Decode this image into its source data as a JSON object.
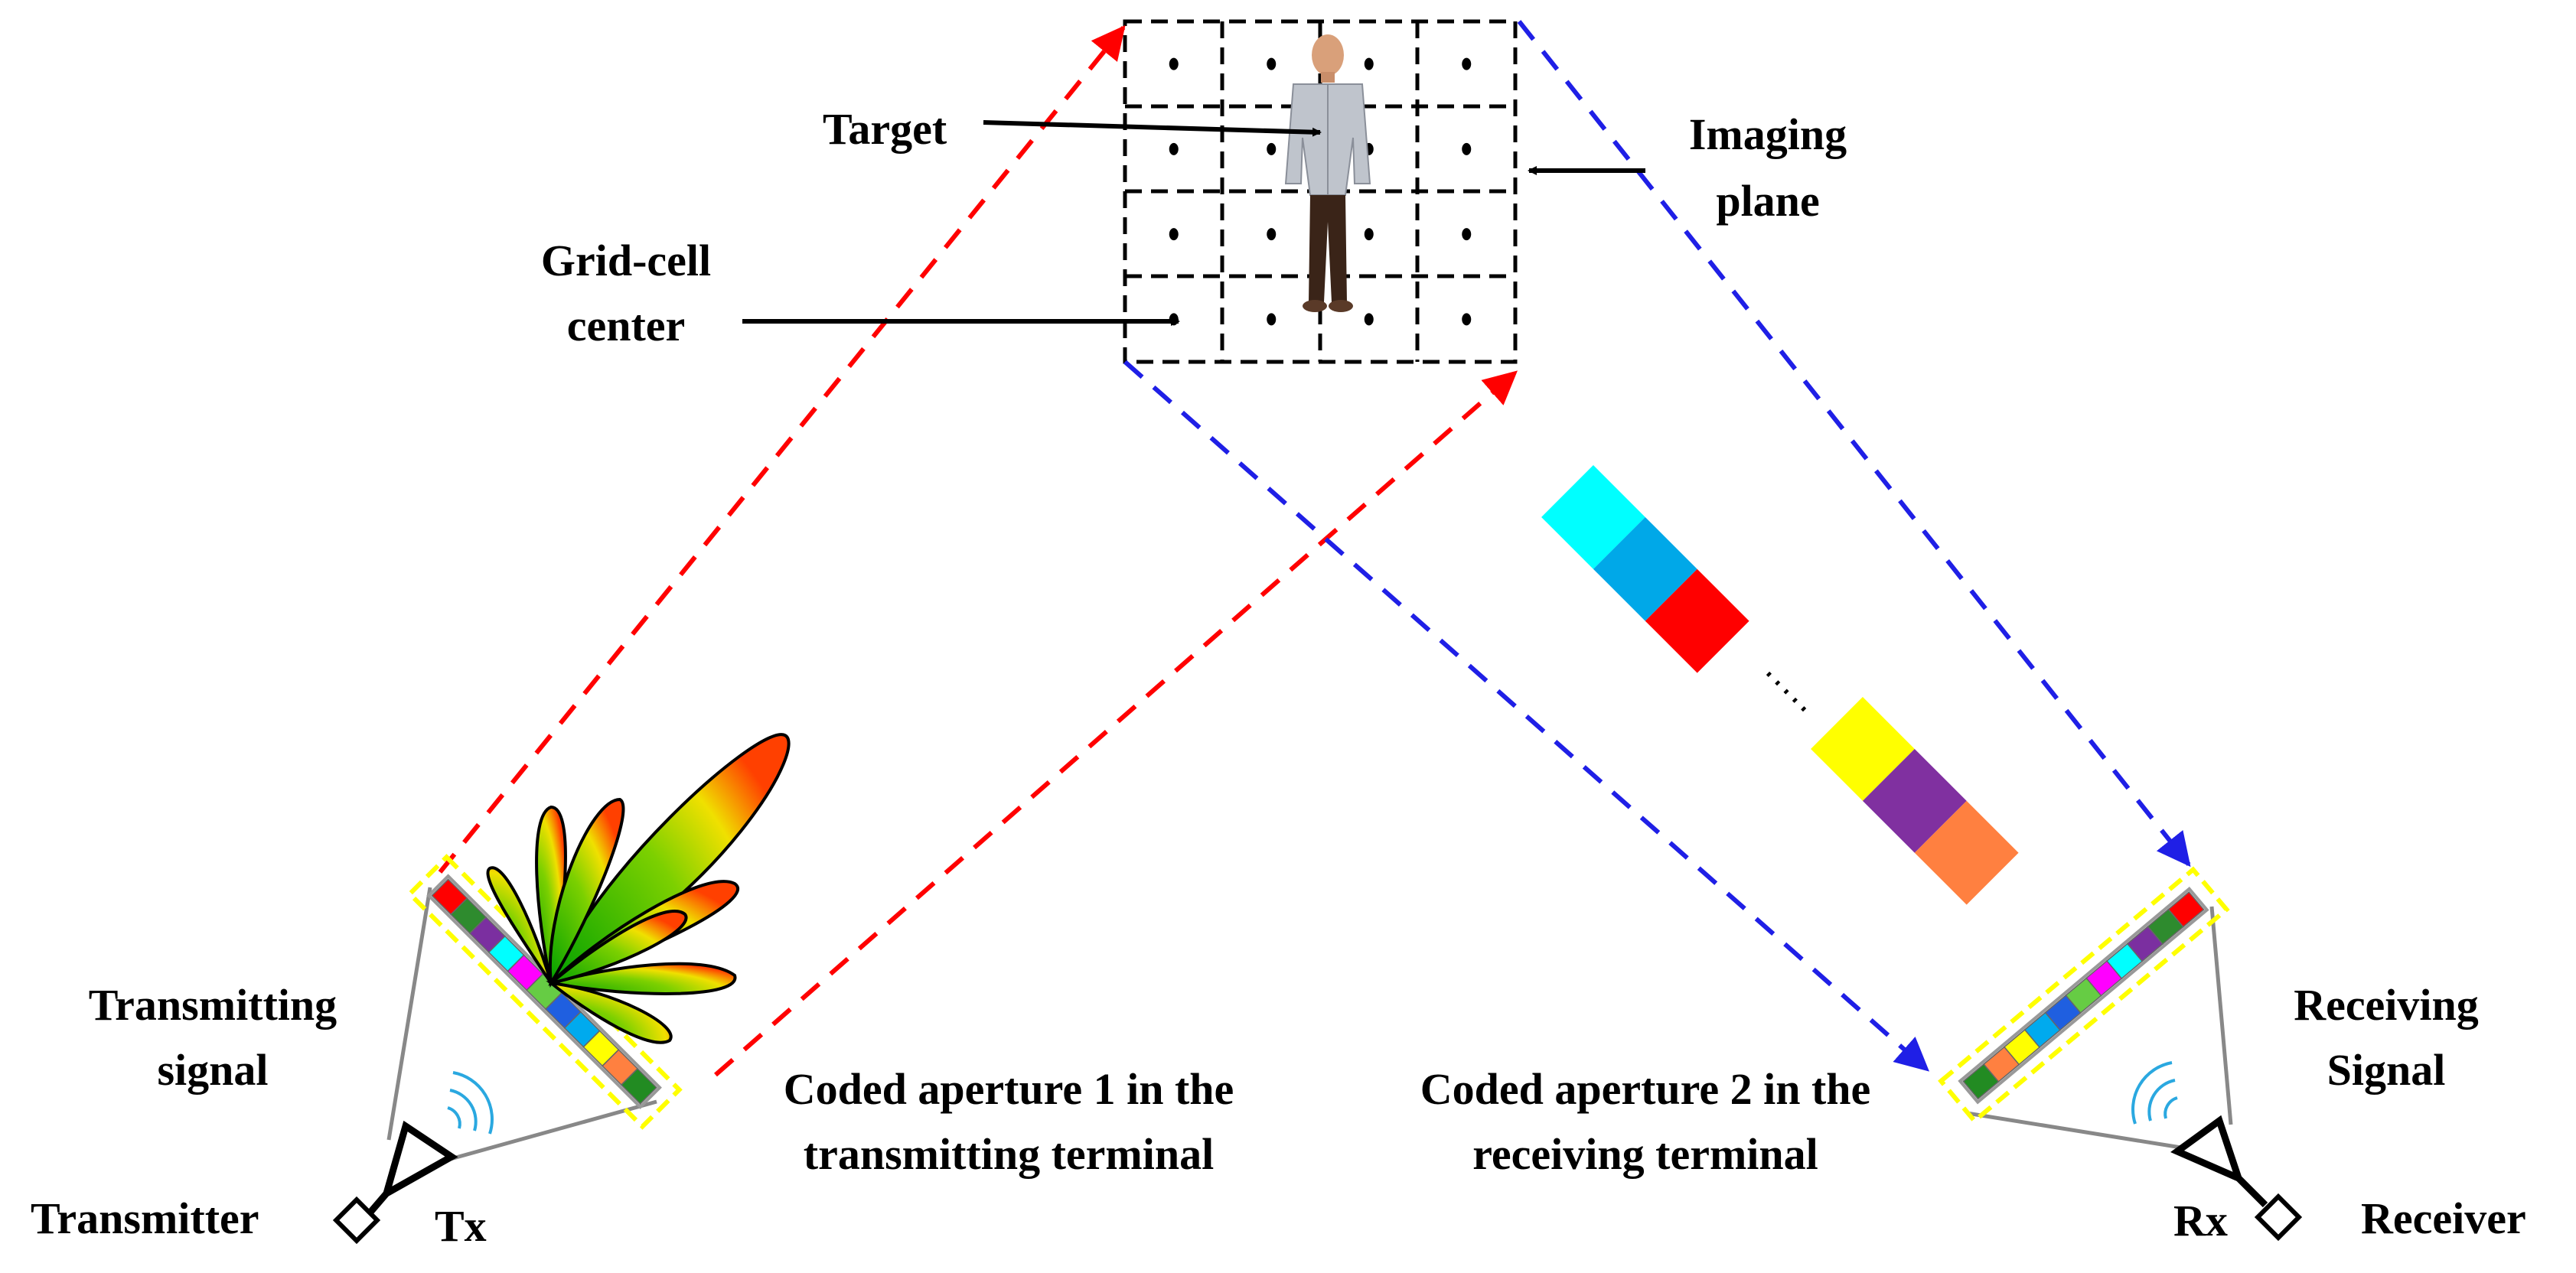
{
  "labels": {
    "target": "Target",
    "grid_cell_center_line1": "Grid-cell",
    "grid_cell_center_line2": "center",
    "imaging_plane_line1": "Imaging",
    "imaging_plane_line2": "plane",
    "transmitting_signal_line1": "Transmitting",
    "transmitting_signal_line2": "signal",
    "transmitter": "Transmitter",
    "tx": "Tx",
    "coded_aperture_1_line1": "Coded aperture 1 in the",
    "coded_aperture_1_line2": "transmitting terminal",
    "coded_aperture_2_line1": "Coded aperture 2 in the",
    "coded_aperture_2_line2": "receiving terminal",
    "receiving_signal_line1": "Receiving",
    "receiving_signal_line2": "Signal",
    "receiver": "Receiver",
    "rx": "Rx"
  },
  "colors": {
    "transmit_path": "#ff0000",
    "receive_path": "#1f1fe6",
    "aperture_outline": "#ffff00",
    "wave_arcs": "#2aa8e0"
  },
  "code_palette": [
    "#ff0000",
    "#2e8b2e",
    "#7b2fa0",
    "#00ffff",
    "#ff00ff",
    "#66cc44",
    "#1f5fe0",
    "#00aaee",
    "#ffff00",
    "#ff8040",
    "#228b22"
  ],
  "legend_code_blocks_top": [
    "#00ffff",
    "#00a8e8",
    "#ff0000"
  ],
  "legend_code_blocks_bottom": [
    "#ffff00",
    "#8030a0",
    "#ff8040"
  ],
  "imaging_grid": {
    "rows": 4,
    "columns": 4
  }
}
